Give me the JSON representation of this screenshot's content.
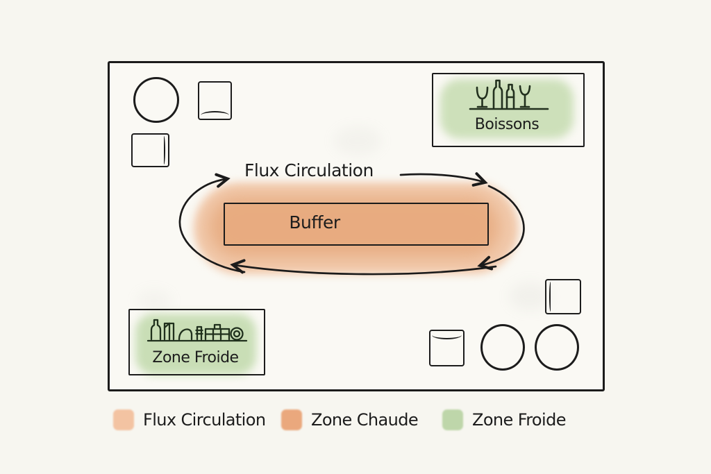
{
  "colors": {
    "background": "#F7F6F0",
    "ink": "#1C1C1C",
    "flux_circulation_wash": "#EFC0A0",
    "zone_chaude": "#E9AC81",
    "zone_froide": "#C7DBB4"
  },
  "plan": {
    "flux_title": "Flux Circulation",
    "buffer": {
      "label": "Buffer"
    },
    "stations": {
      "boissons": {
        "label": "Boissons",
        "icon": "drinks-icon"
      },
      "zone_froide": {
        "label": "Zone Froide",
        "icon": "cold-food-icon"
      }
    },
    "furniture": {
      "round_tables": 3,
      "chairs": 4
    }
  },
  "legend": {
    "items": [
      {
        "label": "Flux Circulation",
        "color": "#F2C5A6"
      },
      {
        "label": "Zone Chaude",
        "color": "#EBAB81"
      },
      {
        "label": "Zone Froide",
        "color": "#C1D8AD"
      }
    ]
  }
}
